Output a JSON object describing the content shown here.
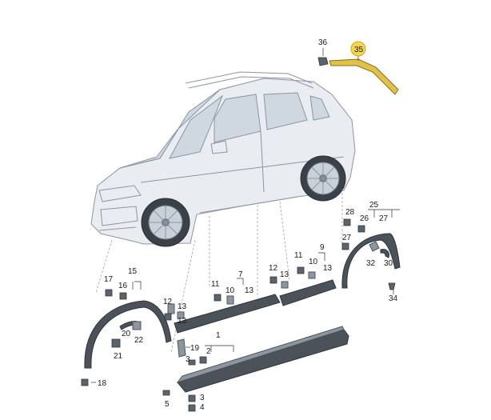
{
  "labels": {
    "l1": "1",
    "l2": "2",
    "l3a": "3",
    "l3b": "3",
    "l4": "4",
    "l5": "5",
    "l7": "7",
    "l9": "9",
    "l10a": "10",
    "l10b": "10",
    "l11a": "11",
    "l11b": "11",
    "l12a": "12",
    "l12b": "12",
    "l13a": "13",
    "l13b": "13",
    "l13c": "13",
    "l13d": "13",
    "l13e": "13",
    "l15": "15",
    "l16": "16",
    "l17": "17",
    "l18": "18",
    "l19": "19",
    "l20": "20",
    "l21": "21",
    "l22": "22",
    "l25": "25",
    "l26": "26",
    "l27a": "27",
    "l27b": "27",
    "l28": "28",
    "l30": "30",
    "l32": "32",
    "l34": "34",
    "l35": "35",
    "l36": "36"
  },
  "colors": {
    "highlight_callout": "#f3d64e",
    "highlight_part": "#e0c24a",
    "part_dark": "#4b5259",
    "car_body": "#e9edf1"
  }
}
